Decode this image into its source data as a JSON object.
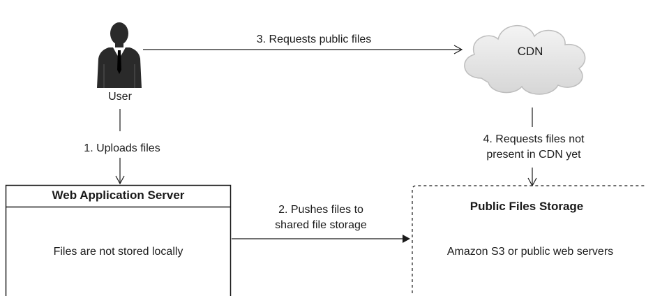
{
  "actors": {
    "user_label": "User"
  },
  "cloud": {
    "label": "CDN"
  },
  "web_server": {
    "title": "Web Application Server",
    "body": "Files are not stored locally"
  },
  "storage": {
    "title": "Public Files Storage",
    "body": "Amazon S3 or public web servers"
  },
  "flows": {
    "step1": "1. Uploads files",
    "step2_line1": "2. Pushes files to",
    "step2_line2": "shared file storage",
    "step3": "3. Requests public files",
    "step4_line1": "4. Requests files not",
    "step4_line2": "present in CDN yet"
  },
  "colors": {
    "ink": "#1a1a1a",
    "cloud_fill": "#e2e2e2",
    "cloud_stroke": "#bdbdbd",
    "suit": "#2a2a2a"
  }
}
